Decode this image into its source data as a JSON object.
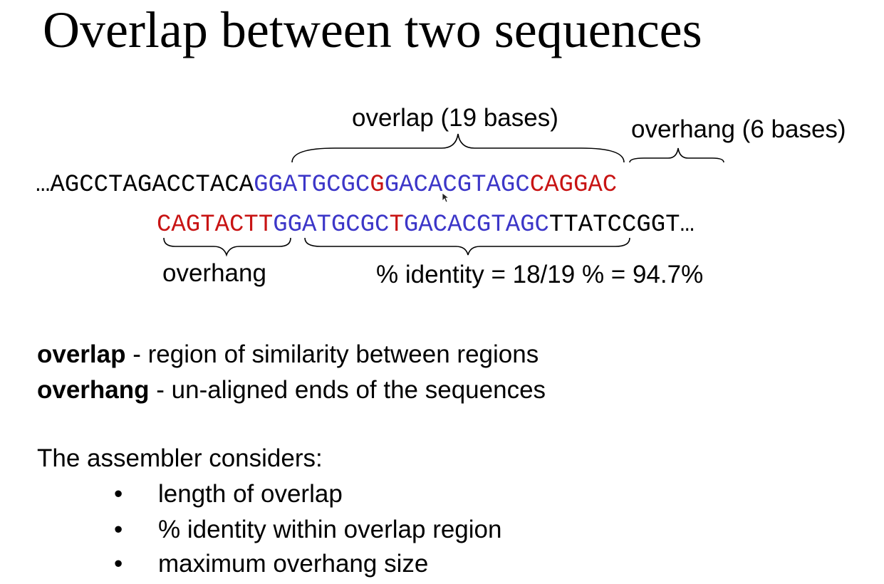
{
  "slide": {
    "title": "Overlap between two sequences"
  },
  "diagram": {
    "overlap_top_label": "overlap (19 bases)",
    "overhang_top_label": "overhang (6 bases)",
    "overhang_bottom_label": "overhang",
    "identity_label": "% identity = 18/19 % = 94.7%",
    "seq1": {
      "lead": "…AGCCTAGACCTACA",
      "overlap_a": "GGATGCGC",
      "mismatch": "G",
      "overlap_b": "GACACGTAGC",
      "overhang": "CAGGAC"
    },
    "seq2": {
      "overhang": "CAGTACTT",
      "overlap_a": "GGATGCGC",
      "mismatch": "T",
      "overlap_b": "GACACGTAGC",
      "tail": "TTATCCGGT…"
    },
    "colors": {
      "overlap": "#3c36c8",
      "overhang": "#c81414",
      "mismatch": "#c81414",
      "plain": "#000000"
    }
  },
  "definitions": {
    "overlap_term": "overlap",
    "overlap_text": " - region of similarity between regions",
    "overhang_term": "overhang",
    "overhang_text": " - un-aligned ends of the sequences"
  },
  "assembler": {
    "intro": "The assembler considers:",
    "bullets": [
      "length of overlap",
      "% identity within overlap region",
      "maximum overhang size"
    ]
  }
}
